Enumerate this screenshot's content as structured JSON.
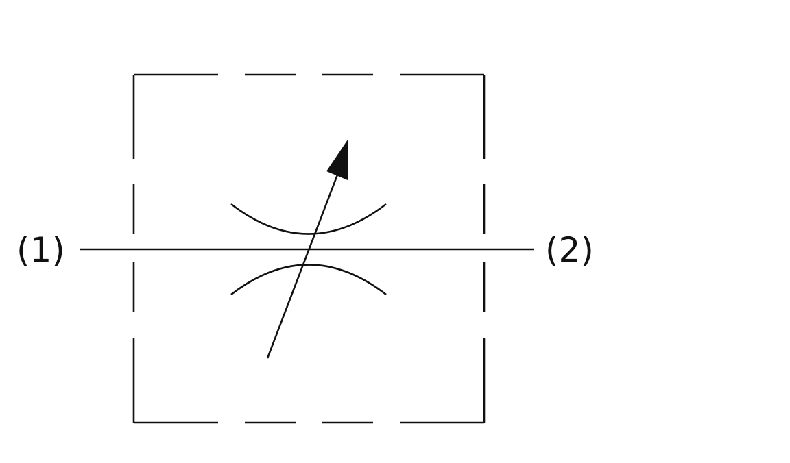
{
  "ports": {
    "inlet_label": "(1)",
    "outlet_label": "(2)"
  },
  "symbol": {
    "type": "adjustable-flow-control-valve",
    "icon_name": "variable-throttle-valve-icon"
  },
  "colors": {
    "stroke": "#111111",
    "background": "#ffffff"
  }
}
